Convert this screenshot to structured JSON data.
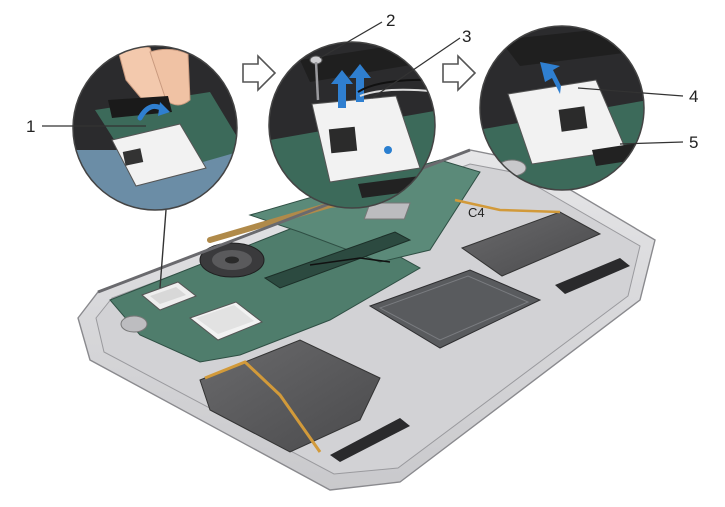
{
  "callouts": [
    {
      "label": "1"
    },
    {
      "label": "2"
    },
    {
      "label": "3"
    },
    {
      "label": "4"
    },
    {
      "label": "5"
    }
  ],
  "board_marking": "C4",
  "icons": {
    "step_arrow": "right-arrow-outline-icon",
    "lift_arrow": "up-arrow-blue-icon",
    "peel_arrow": "curved-arrow-blue-icon",
    "screw": "screw-icon"
  },
  "colors": {
    "action_arrow": "#2f7fd0",
    "board_green": "#3d6b5a",
    "chassis": "#d9d9dc",
    "line": "#333333"
  }
}
